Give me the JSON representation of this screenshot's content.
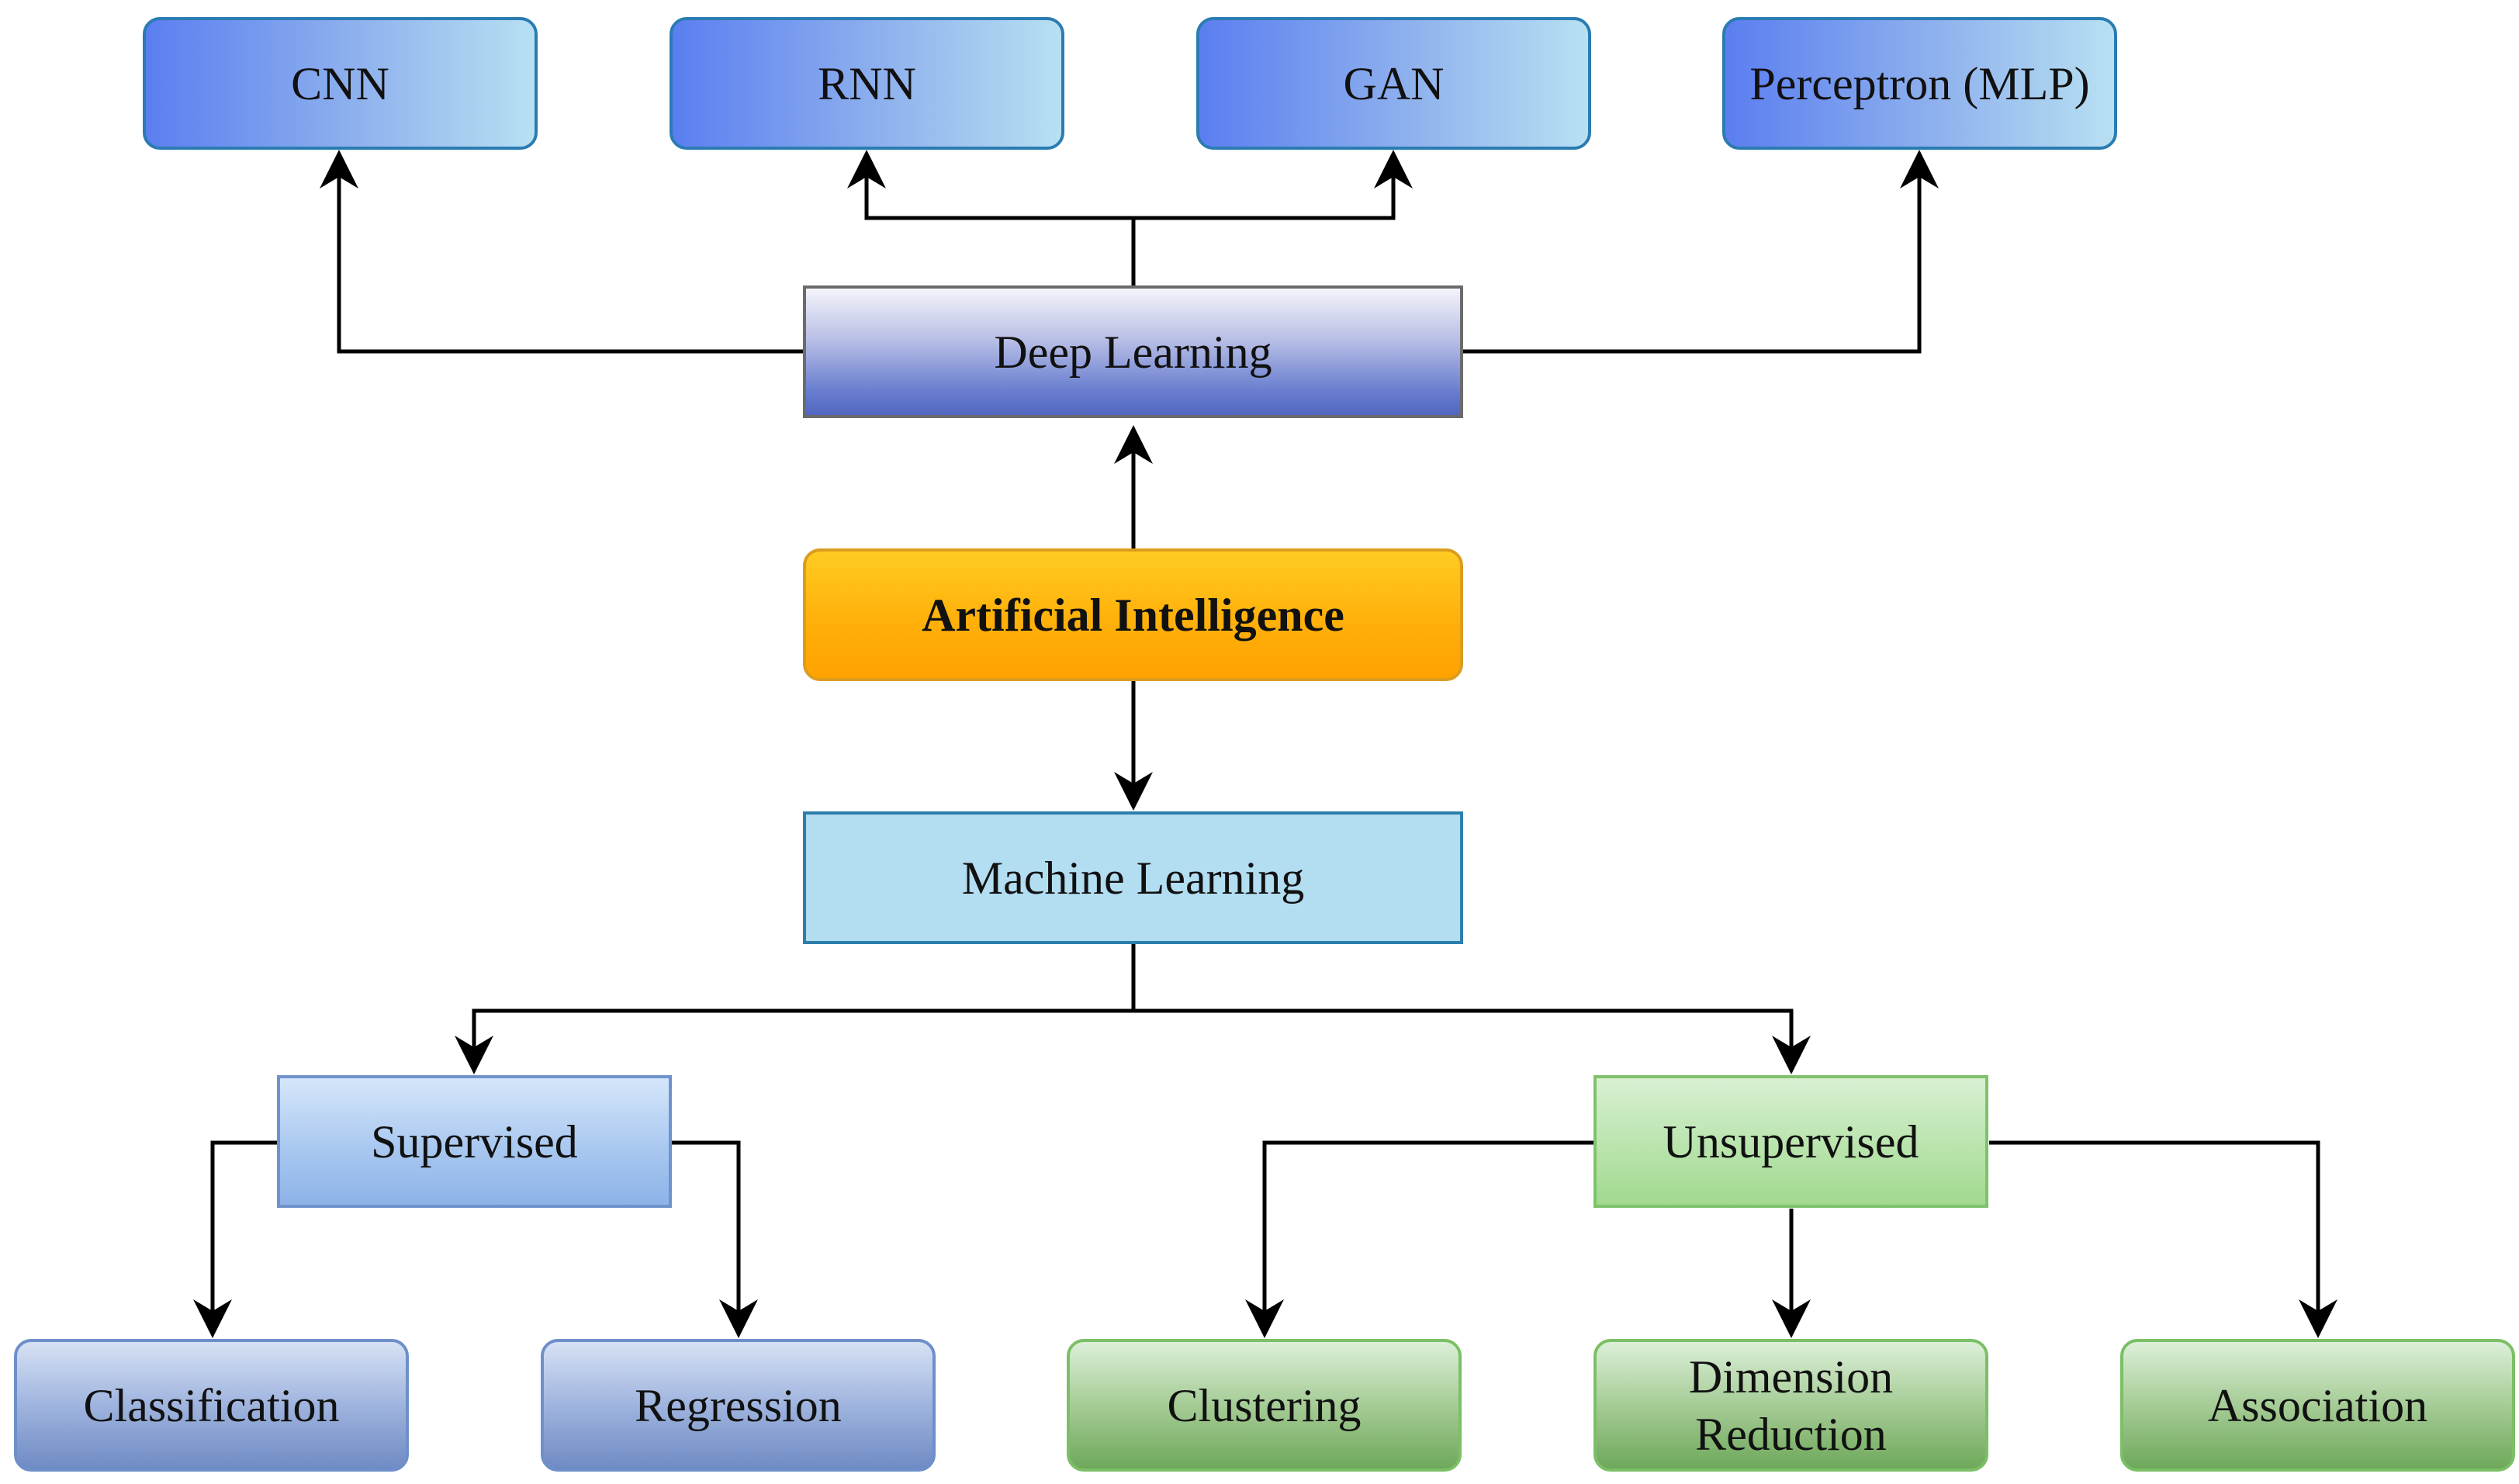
{
  "nodes": {
    "cnn": "CNN",
    "rnn": "RNN",
    "gan": "GAN",
    "perceptron": "Perceptron (MLP)",
    "deep_learning": "Deep Learning",
    "artificial_intelligence": "Artificial Intelligence",
    "machine_learning": "Machine Learning",
    "supervised": "Supervised",
    "unsupervised": "Unsupervised",
    "classification": "Classification",
    "regression": "Regression",
    "clustering": "Clustering",
    "dimension_reduction": "Dimension\nReduction",
    "association": "Association"
  },
  "edges": [
    {
      "from": "artificial_intelligence",
      "to": "deep_learning"
    },
    {
      "from": "artificial_intelligence",
      "to": "machine_learning"
    },
    {
      "from": "deep_learning",
      "to": "cnn"
    },
    {
      "from": "deep_learning",
      "to": "rnn"
    },
    {
      "from": "deep_learning",
      "to": "gan"
    },
    {
      "from": "deep_learning",
      "to": "perceptron"
    },
    {
      "from": "machine_learning",
      "to": "supervised"
    },
    {
      "from": "machine_learning",
      "to": "unsupervised"
    },
    {
      "from": "supervised",
      "to": "classification"
    },
    {
      "from": "supervised",
      "to": "regression"
    },
    {
      "from": "unsupervised",
      "to": "clustering"
    },
    {
      "from": "unsupervised",
      "to": "dimension_reduction"
    },
    {
      "from": "unsupervised",
      "to": "association"
    }
  ]
}
